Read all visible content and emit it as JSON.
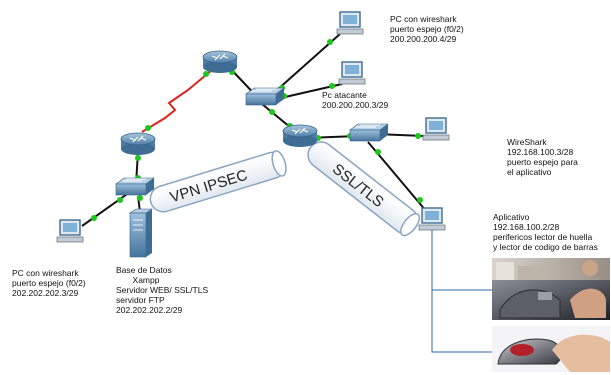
{
  "labels": {
    "pc_top": "PC con wireshark\npuerto espejo (f0/2)\n200.200.200.4/29",
    "pc_attacker": "Pc atacante\n200.200.200.3/29",
    "wireshark_right": "WireShark\n192.168.100.3/28\npuerto espejo para\nel aplicativo",
    "app": "Aplicativo\n192.168.100.2/28\nperifericos lector de huella\ny lector de codigo de barras",
    "pc_left": "PC con wireshark\npuerto espejo (f0/2)\n202.202.202.3/29",
    "server": "Base de Datos\n       Xampp\nServidor WEB/ SSL/TLS\nservidor FTP\n202.202.202.2/29"
  },
  "tunnels": {
    "vpn": "VPN IPSEC",
    "ssl": "SSL/TLS"
  },
  "colors": {
    "link": "#111111",
    "serial": "#e0201a",
    "port": "#1cc81c",
    "device_blue": "#6f9bc0",
    "device_dark": "#3e6c92",
    "tunnel_stroke": "#8aa6c2"
  },
  "icons": {
    "router": "router-icon",
    "switch": "switch-icon",
    "pc": "pc-icon",
    "server": "server-icon",
    "peripheral": "peripheral-photo"
  }
}
